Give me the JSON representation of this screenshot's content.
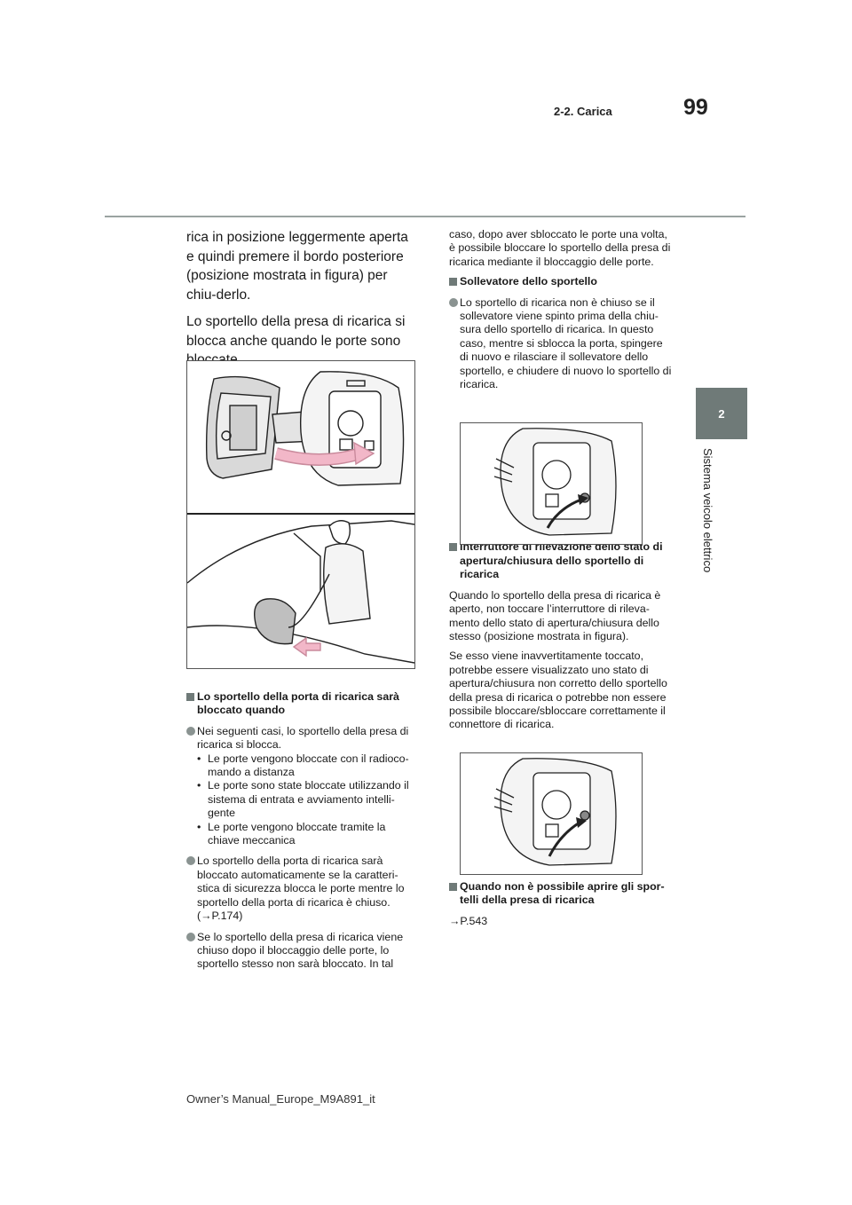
{
  "header": {
    "page_number": "99",
    "section": "2-2. Carica"
  },
  "side_tab": {
    "number": "2",
    "label": "Sistema veicolo elettrico"
  },
  "lead": {
    "p1": "rica in posizione leggermente aperta e quindi premere il bordo posteriore (posizione mostrata in figura) per chiu-derlo.",
    "p2": "Lo sportello della presa di ricarica si blocca anche quando le porte sono bloccate."
  },
  "left_col": {
    "heading": "Lo sportello della porta di ricarica sarà bloccato quando",
    "b1": "Nei seguenti casi, lo sportello della presa di ricarica si blocca.",
    "b1_sub": [
      "Le porte vengono bloccate con il radioco-mando a distanza",
      "Le porte sono state bloccate utilizzando il sistema di entrata e avviamento intelli-gente",
      "Le porte vengono bloccate tramite la chiave meccanica"
    ],
    "b2": "Lo sportello della porta di ricarica sarà bloccato automaticamente se la caratteri-stica di sicurezza blocca le porte mentre lo sportello della porta di ricarica è chiuso. (→P.174)",
    "b3": "Se lo sportello della presa di ricarica viene chiuso dopo il bloccaggio delle porte, lo sportello stesso non sarà bloccato. In tal"
  },
  "right_col": {
    "cont": "caso, dopo aver sbloccato le porte una volta, è possibile bloccare lo sportello della presa di ricarica mediante il bloccaggio delle porte.",
    "heading1": "Sollevatore dello sportello",
    "b1": "Lo sportello di ricarica non è chiuso se il sollevatore viene spinto prima della chiu-sura dello sportello di ricarica. In questo caso, mentre si sblocca la porta, spingere di nuovo e rilasciare il sollevatore dello sportello, e chiudere di nuovo lo sportello di ricarica.",
    "heading2": "Interruttore di rilevazione dello stato di apertura/chiusura dello sportello di ricarica",
    "p1": "Quando lo sportello della presa di ricarica è aperto, non toccare l’interruttore di rileva-mento dello stato di apertura/chiusura dello stesso (posizione mostrata in figura).",
    "p2": "Se esso viene inavvertitamente toccato, potrebbe essere visualizzato uno stato di apertura/chiusura non corretto dello sportello della presa di ricarica o potrebbe non essere possibile bloccare/sbloccare correttamente il connettore di ricarica.",
    "heading3": "Quando non è possibile aprire gli spor-telli della presa di ricarica",
    "ref": "→P.543"
  },
  "footer": {
    "text": "Owner’s Manual_Europe_M9A891_it"
  },
  "colors": {
    "accent": "#6f7a78",
    "arrow": "#f2b7c8"
  }
}
